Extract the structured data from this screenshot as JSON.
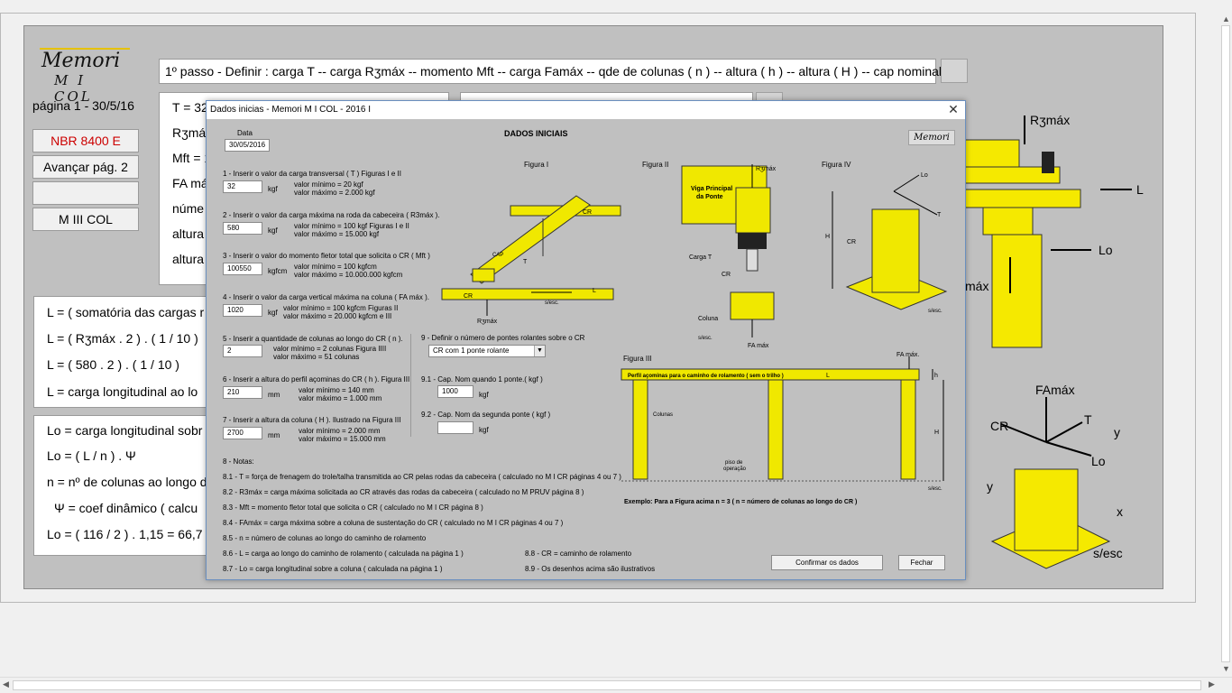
{
  "sidebar": {
    "logo_line1": "Memori",
    "logo_line2": "M I COL",
    "page_label": "página 1 -   30/5/16",
    "btn_nbr": "NBR 8400 E",
    "btn_avancar": "Avançar pág. 2",
    "btn_blank": "",
    "btn_m3": "M III COL",
    "nbr_color": "#cc0000"
  },
  "topbar": {
    "text": "1º passo - Definir : carga  T -- carga Rʒmáx -- momento Mft -- carga Famáx -- qde de colunas ( n ) -- altura ( h ) -- altura ( H ) -- cap nominal"
  },
  "box1": {
    "l1": "T = 32",
    "l2": "Rʒmá",
    "l3": "Mft = 1",
    "l4": "FA má",
    "l5": "núme",
    "l6": "altura",
    "l7": "altura"
  },
  "box2": {
    "l1": "L = ( somatória das cargas r",
    "l2": "L = ( Rʒmáx . 2 ) . ( 1 / 10 )",
    "l3": "L = ( 580 .  2 ) .  ( 1 / 10 )",
    "l4": "L = carga longitudinal ao lo"
  },
  "box3": {
    "l1": "Lo = carga longitudinal sobr",
    "l2": "Lo = ( L / n ) . Ψ",
    "l3": "n = nº de colunas ao longo d",
    "l4": "Ψ  = coef dinâmico ( calcu",
    "l5": "Lo = ( 116 / 2 ) . 1,15 = 66,7 k"
  },
  "right_fig": {
    "r3max": "Rʒmáx",
    "L": "L",
    "Lo": "Lo",
    "max": "máx",
    "famax": "FAmáx",
    "cr": "CR",
    "T": "T",
    "y": "y",
    "y2": "y",
    "x": "x",
    "lo2": "Lo",
    "sesc": "s/esc"
  },
  "dialog": {
    "title": "Dados inicias - Memori M I COL - 2016 I",
    "heading": "DADOS INICIAIS",
    "logo": "Memori",
    "data_label": "Data",
    "data_value": "30/05/2016",
    "q1": "1 - Inserir o valor da carga transversal ( T )  Figuras I e II",
    "q1_val": "32",
    "q1_unit": "kgf",
    "q1_min": "valor mínimo =      20 kgf",
    "q1_max": "valor máximo = 2.000 kgf",
    "q2": "2 - Inserir o valor da carga máxima na roda da cabeceira ( R3máx ).",
    "q2_val": "580",
    "q2_unit": "kgf",
    "q2_min": "valor mínimo =      100 kgf   Figuras I e II",
    "q2_max": "valor máximo = 15.000 kgf",
    "q3": "3 - Inserir o valor do momento fletor total que solicita o CR ( Mft )",
    "q3_val": "100550",
    "q3_unit": "kgfcm",
    "q3_min": "valor mínimo =            100 kgfcm",
    "q3_max": "valor máximo = 10.000.000 kgfcm",
    "q4": "4 - Inserir o valor da carga vertical máxima na coluna ( FA máx ).",
    "q4_val": "1020",
    "q4_unit": "kgf",
    "q4_min": "valor mínimo =          100 kgfcm        Figuras II",
    "q4_max": "valor máximo = 20.000 kgfcm          e III",
    "q5": "5 - Inserir a quantidade de colunas ao longo do CR ( n ).",
    "q5_val": "2",
    "q5_min": "valor mínimo =    2 colunas   Figura IIII",
    "q5_max": "valor máximo = 51 colunas",
    "q6": "6 - Inserir a altura do perfil açominas do CR ( h ). Figura III",
    "q6_val": "210",
    "q6_unit": "mm",
    "q6_min": "valor mínimo =       140 mm",
    "q6_max": "valor máximo = 1.000 mm",
    "q7": "7 - Inserir a altura da coluna ( H ). Ilustrado na Figura III",
    "q7_val": "2700",
    "q7_unit": "mm",
    "q7_min": "valor mínimo =     2.000 mm",
    "q7_max": "valor máximo = 15.000 mm",
    "q9": "9 - Definir o número de pontes rolantes sobre o CR",
    "q9_sel": "CR com 1 ponte rolante",
    "q91": "9.1 - Cap. Nom quando 1 ponte.( kgf )",
    "q91_val": "1000",
    "q91_unit": "kgf",
    "q92": "9.2 - Cap. Nom da segunda ponte ( kgf )",
    "q92_val": "",
    "q92_unit": "kgf",
    "n8": "8 - Notas:",
    "n81": "8.1 - T = força de frenagem do trole/talha transmitida ao CR pelas rodas da cabeceira ( calculado no M I CR páginas 4 ou 7 )",
    "n82": "8.2 - R3máx = carga máxima solicitada ao CR através das rodas da cabeceira ( calculado no M PRUV página 8 )",
    "n83": "8.3 - Mft = momento fletor total que solicita o CR ( calculado no M I CR página 8 )",
    "n84": "8.4 - FAmáx = carga máxima sobre a coluna de sustentação do CR ( calculado no M I CR páginas 4 ou 7 )",
    "n85": "8.5 - n = número de colunas ao longo do caminho de rolamento",
    "n86": "8.6 - L = carga ao longo do caminho de rolamento ( calculada na página 1 )",
    "n87": "8.7 - Lo = carga longitudinal sobre a coluna ( calculada na página 1 )",
    "n88": "8.8 - CR = caminho de rolamento",
    "n89": "8.9 - Os desenhos acima são ilustrativos",
    "btn_confirm": "Confirmar os dados",
    "btn_close": "Fechar",
    "fig1": "Figura I",
    "fig2": "Figura II",
    "fig3": "Figura III",
    "fig4": "Figura IV",
    "f1_cr": "CR",
    "f1_cap": "CAP",
    "f1_t": "T",
    "f1_cr2": "CR",
    "f1_l": "L",
    "f1_sesc": "s/esc.",
    "f1_r3": "Rʒmáx",
    "f2_r3": "Rʒmáx",
    "f2_viga": "Viga Principal",
    "f2_viga2": "da Ponte",
    "f2_cargat": "Carga T",
    "f2_cr": "CR",
    "f2_coluna": "Coluna",
    "f2_sesc": "s/esc.",
    "f2_famax": "FA máx",
    "f3_famax": "FA máx.",
    "f3_perfil": "Perfil açominas para o caminho de rolamento ( sem o trilho )",
    "f3_l": "L",
    "f3_h": "h",
    "f3_H": "H",
    "f3_colunas": "Colunas",
    "f3_piso": "piso de",
    "f3_piso2": "operação",
    "f3_sesc": "s/esc.",
    "f3_exemplo": "Exemplo: Para a Figura acima n = 3  ( n = número de colunas ao longo do CR )",
    "f4_lo": "Lo",
    "f4_t": "T",
    "f4_h": "H",
    "f4_cr": "CR",
    "f4_sesc": "s/esc."
  }
}
